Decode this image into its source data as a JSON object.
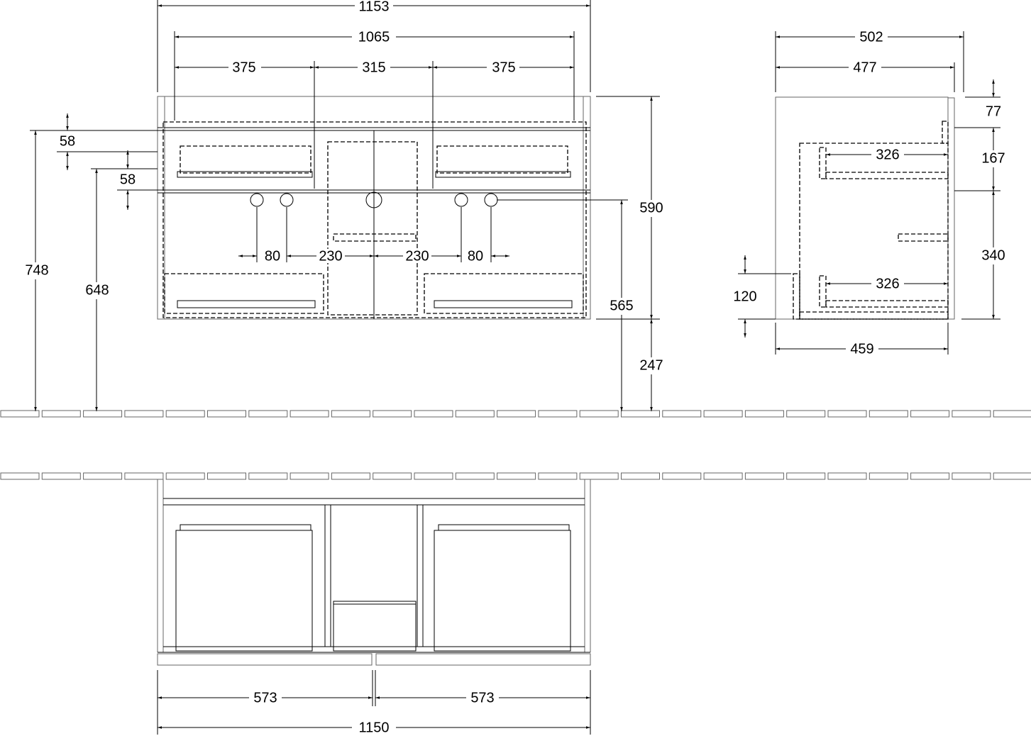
{
  "front_view": {
    "overall_width": "1153",
    "inner_width": "1065",
    "left_section": "375",
    "center_section": "315",
    "right_section": "375",
    "top_offset": "58",
    "second_offset": "58",
    "total_height": "748",
    "upper_height": "648",
    "cabinet_height": "590",
    "drain_height": "565",
    "floor_clearance": "247",
    "tap_spacing": [
      "80",
      "230",
      "230",
      "80"
    ]
  },
  "side_view": {
    "overall_depth": "502",
    "body_depth": "477",
    "top_gap": "77",
    "upper_drawer_height": "167",
    "lower_drawer_height": "340",
    "upper_drawer_depth": "326",
    "lower_drawer_depth": "326",
    "plinth_height": "120",
    "inner_depth": "459"
  },
  "bottom_view": {
    "left_half": "573",
    "right_half": "573",
    "overall_width": "1150"
  }
}
